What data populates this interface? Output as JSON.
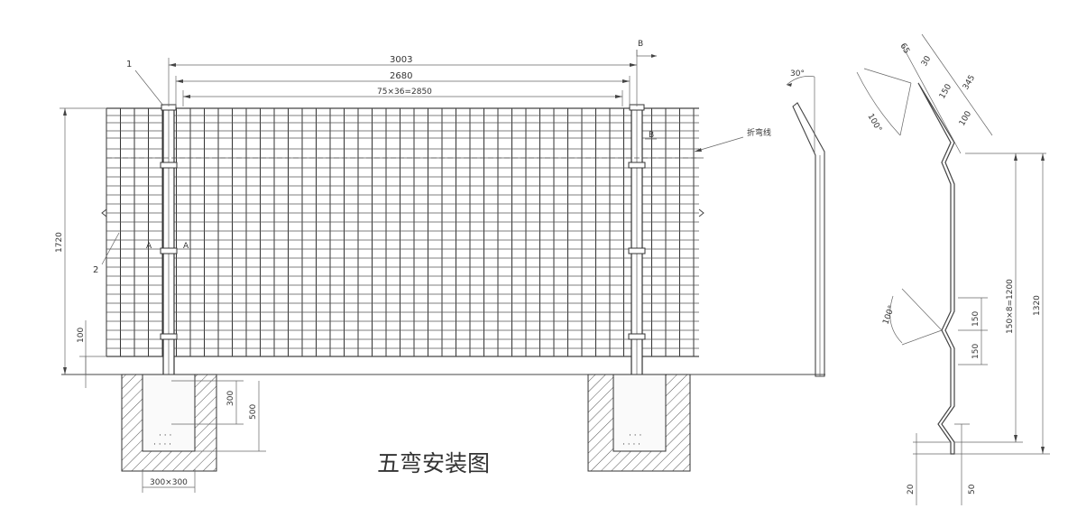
{
  "title": "五弯安装图",
  "callouts": {
    "part1": "1",
    "part2": "2",
    "section_a_left": "A",
    "section_a_right": "A",
    "section_b_top": "B",
    "section_b_side": "B",
    "bend_line": "折弯线"
  },
  "dimensions": {
    "post_spacing": "3003",
    "panel_width": "2680",
    "mesh_spacing": "75×36=2850",
    "height": "1720",
    "bottom_gap": "100",
    "embed_depth": "300",
    "footing_depth": "500",
    "footing_size": "300×300",
    "angle_top": "30°",
    "profile_65": "65",
    "profile_30": "30",
    "profile_150": "150",
    "profile_100_top": "100",
    "profile_345": "345",
    "profile_angle_top": "100°",
    "profile_angle_mid": "100°",
    "profile_150a": "150",
    "profile_150b": "150",
    "profile_total_inner": "150×8=1200",
    "profile_total": "1320",
    "profile_20": "20",
    "profile_50": "50"
  }
}
